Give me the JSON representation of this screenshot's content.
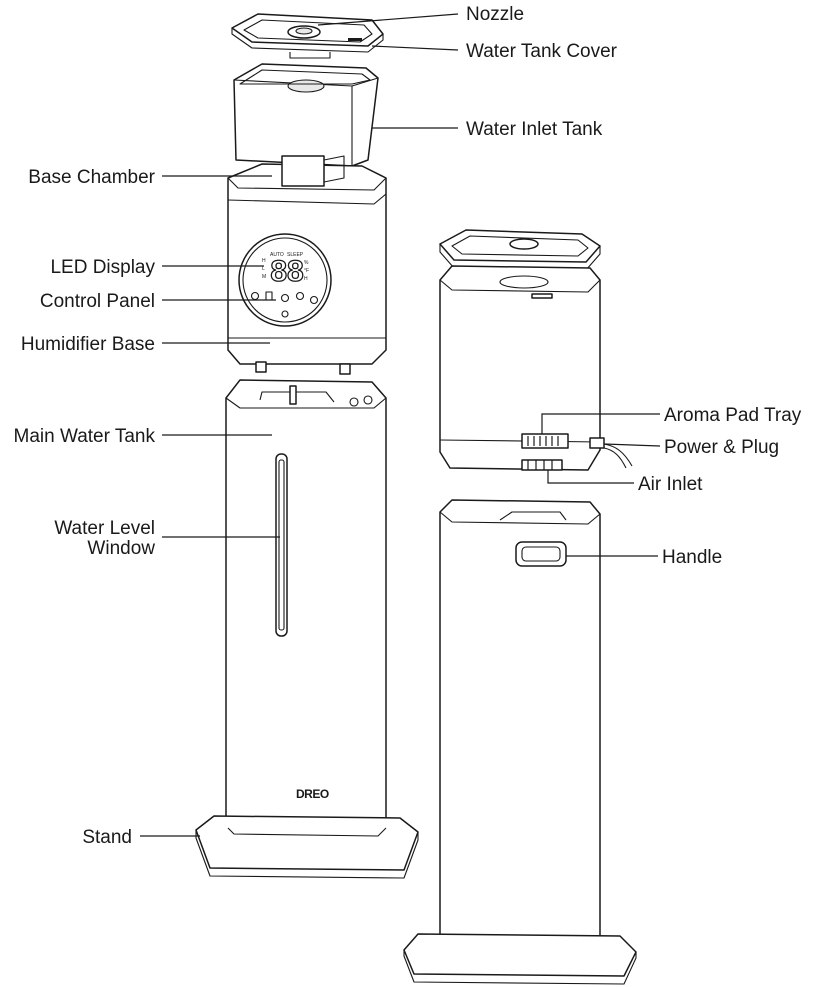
{
  "labels": {
    "nozzle": "Nozzle",
    "water_tank_cover": "Water Tank Cover",
    "water_inlet_tank": "Water Inlet Tank",
    "base_chamber": "Base Chamber",
    "led_display": "LED Display",
    "control_panel": "Control Panel",
    "humidifier_base": "Humidifier Base",
    "main_water_tank": "Main Water Tank",
    "water_level_window_line1": "Water Level",
    "water_level_window_line2": "Window",
    "stand": "Stand",
    "aroma_pad_tray": "Aroma Pad Tray",
    "power_plug": "Power & Plug",
    "air_inlet": "Air Inlet",
    "handle": "Handle"
  },
  "display": {
    "digits": "88",
    "left_marks": [
      "H",
      "L",
      "M"
    ],
    "right_marks": [
      "AUTO",
      "SLEEP",
      "%",
      "°F",
      "H"
    ]
  },
  "brand": "DREO"
}
